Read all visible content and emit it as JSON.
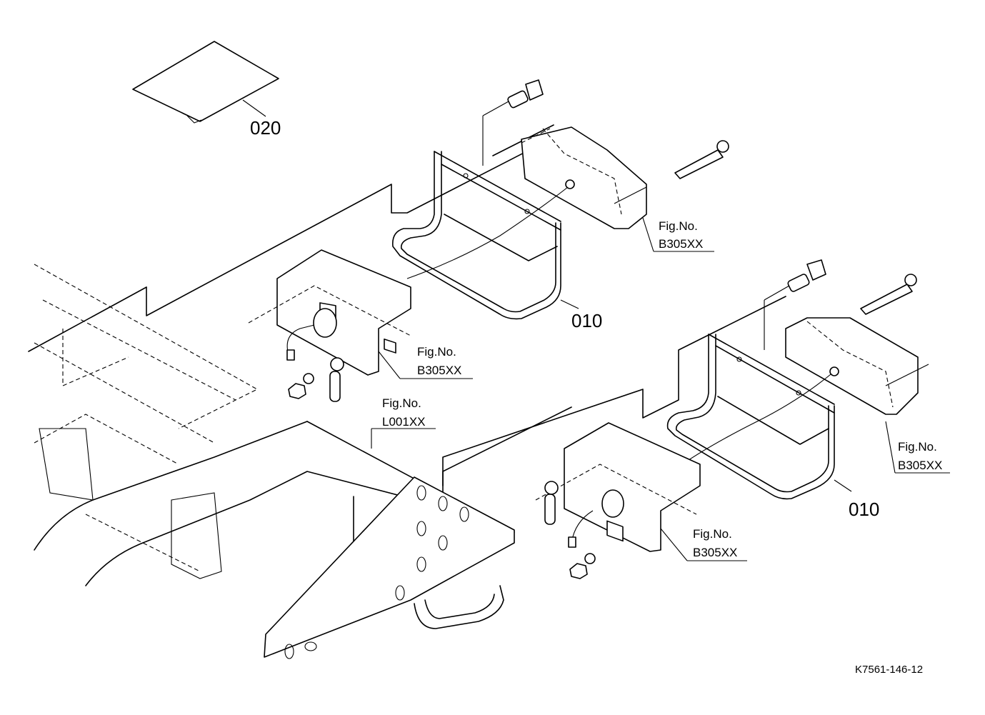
{
  "callouts": {
    "part_020": "020",
    "part_010_upper": "010",
    "part_010_lower": "010",
    "fig_upper_right": {
      "line1": "Fig.No.",
      "line2": "B305XX"
    },
    "fig_upper_center": {
      "line1": "Fig.No.",
      "line2": "B305XX"
    },
    "fig_frame": {
      "line1": "Fig.No.",
      "line2": "L001XX"
    },
    "fig_lower_right": {
      "line1": "Fig.No.",
      "line2": "B305XX"
    },
    "fig_lower_center": {
      "line1": "Fig.No.",
      "line2": "B305XX"
    }
  },
  "drawing_id": "K7561-146-12"
}
